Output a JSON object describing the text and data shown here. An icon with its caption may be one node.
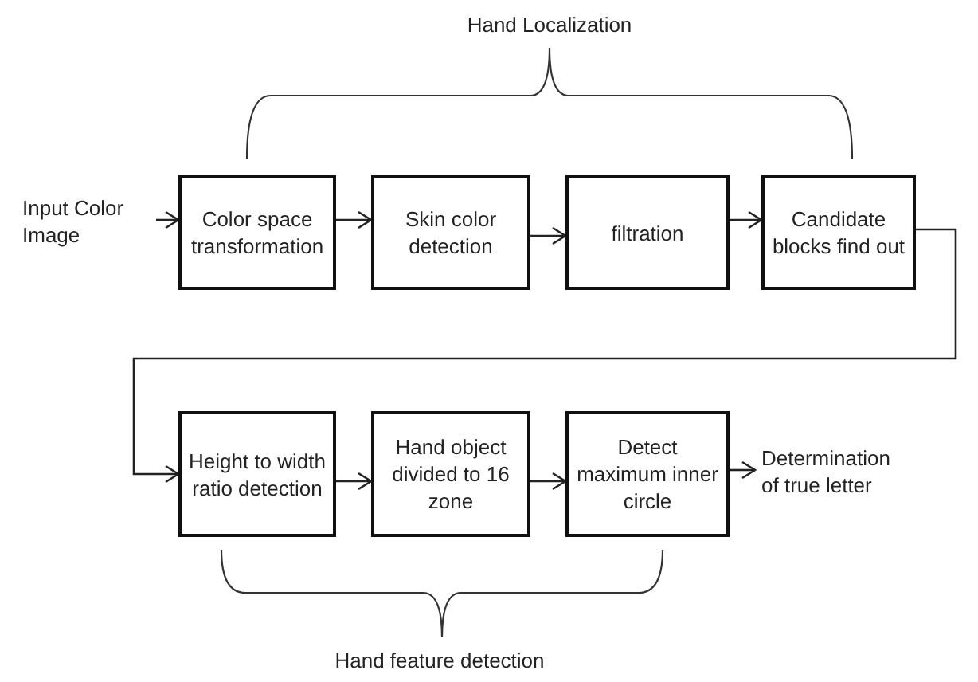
{
  "diagram": {
    "nodes": [
      {
        "text": [
          "Input Color Image"
        ]
      },
      {
        "text": [
          "Color space transformation"
        ]
      },
      {
        "text": [
          "Skin color detection"
        ]
      },
      {
        "text": [
          "filtration"
        ]
      },
      {
        "text": [
          "Candidate blocks find out"
        ]
      },
      {
        "text": [
          "Height to width ratio detection"
        ]
      },
      {
        "text": [
          "Hand object divided to 16 zone"
        ]
      },
      {
        "text": [
          "Detect maximum inner circle"
        ]
      },
      {
        "text": [
          "Determination of true letter"
        ]
      }
    ],
    "edges": [
      {
        "from": 0,
        "to": 1,
        "arrow": "to"
      },
      {
        "from": 1,
        "to": 2,
        "arrow": "to"
      },
      {
        "from": 2,
        "to": 3,
        "arrow": "to"
      },
      {
        "from": 3,
        "to": 4,
        "arrow": "to"
      },
      {
        "from": 4,
        "to": 5,
        "arrow": "to"
      },
      {
        "from": 5,
        "to": 6,
        "arrow": "to"
      },
      {
        "from": 6,
        "to": 7,
        "arrow": "to"
      },
      {
        "from": 7,
        "to": 8,
        "arrow": "to"
      }
    ],
    "labels": [
      "Hand Localization",
      "Hand feature detection"
    ]
  }
}
